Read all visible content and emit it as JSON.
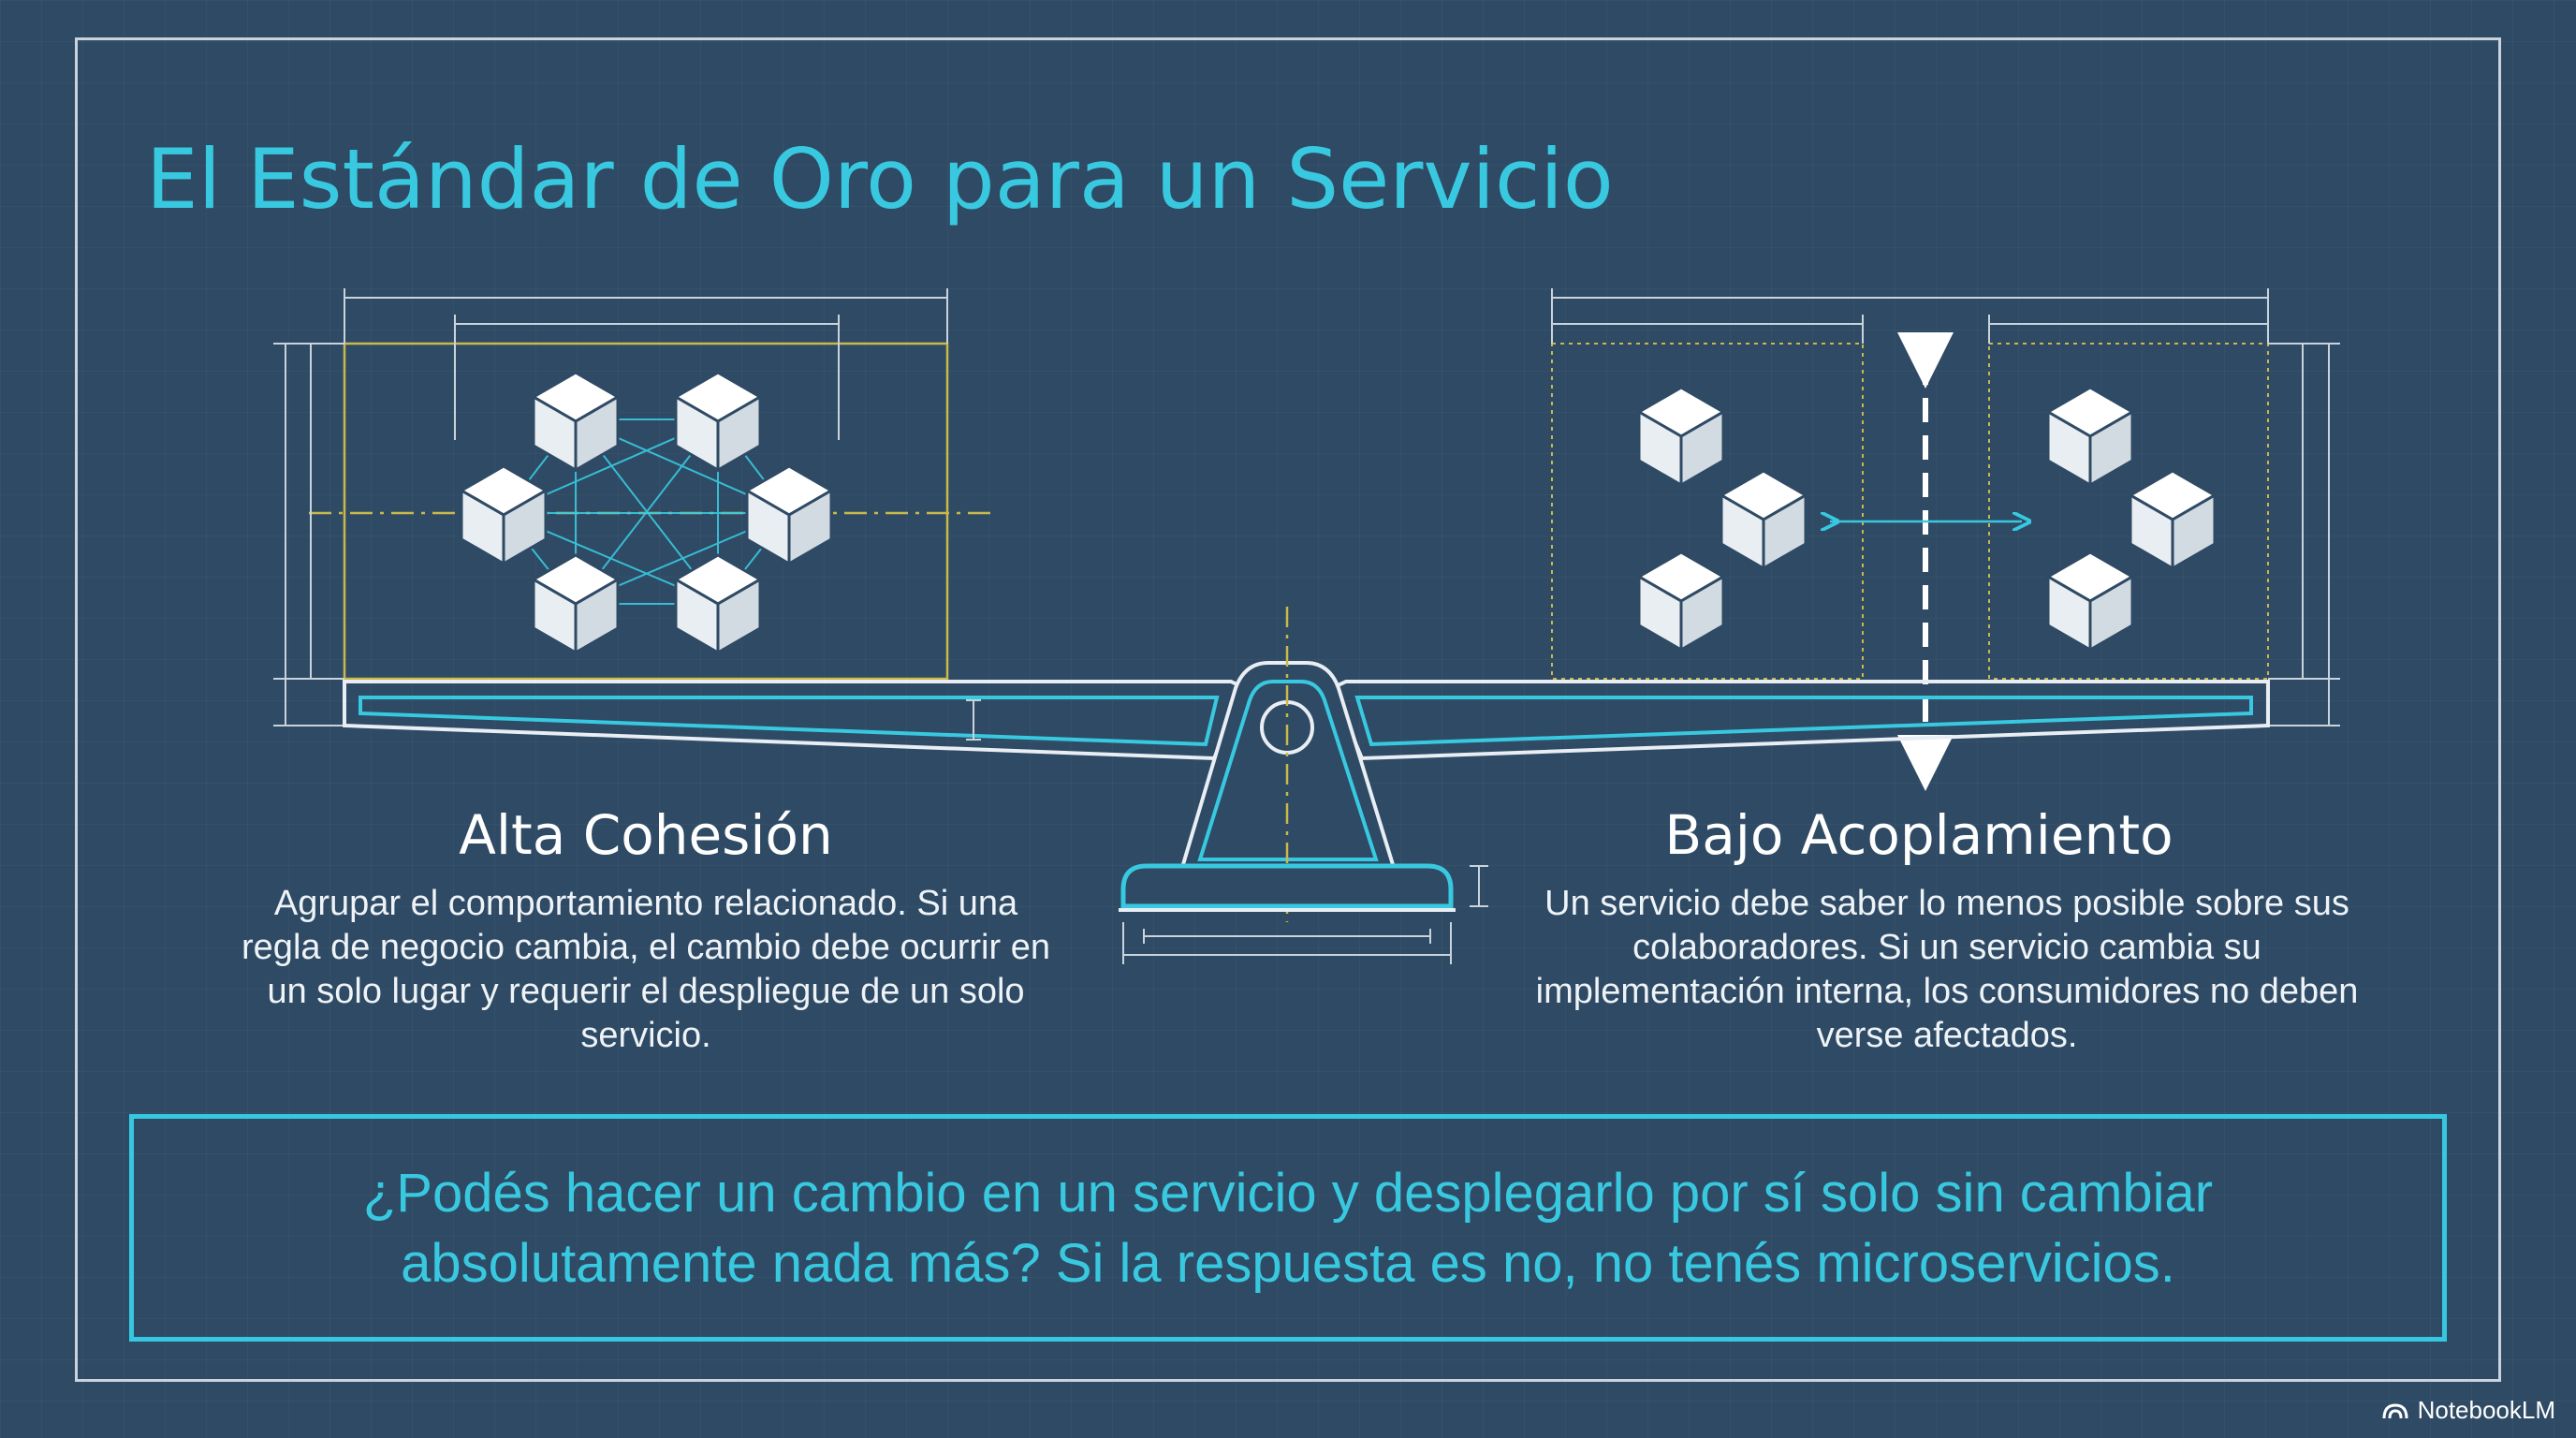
{
  "title": "El Estándar de Oro para un Servicio",
  "left_section": {
    "heading": "Alta Cohesión",
    "description": "Agrupar el comportamiento relacionado. Si una regla de negocio cambia, el cambio debe ocurrir en un solo lugar y requerir el despliegue de un solo servicio."
  },
  "right_section": {
    "heading": "Bajo Acoplamiento",
    "description": "Un servicio debe saber lo menos posible sobre sus colaboradores. Si un servicio cambia su implementación interna, los consumidores no deben verse afectados."
  },
  "callout": {
    "text": "¿Podés hacer un cambio en un servicio y desplegarlo por sí solo sin cambiar absolutamente nada más? Si la respuesta es no, no tenés microservicios."
  },
  "brand": {
    "label": "NotebookLM",
    "icon": "notebooklm-logo-icon"
  },
  "colors": {
    "background": "#2f4a64",
    "accent": "#38c9e0",
    "blueprint_yellow": "#c9b94a",
    "line": "#e8eef3"
  }
}
